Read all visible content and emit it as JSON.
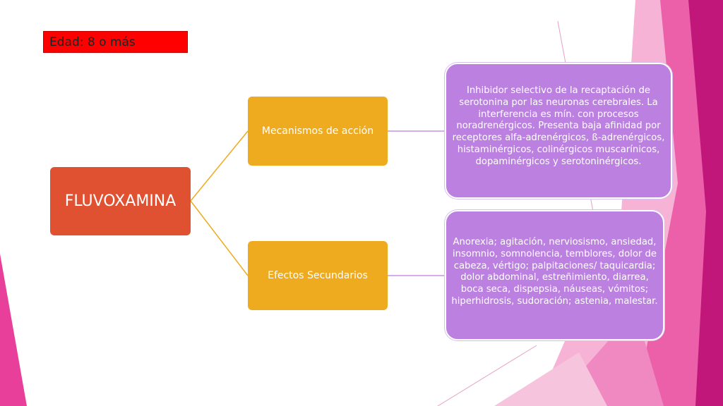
{
  "colors": {
    "age_bg": "#ff0000",
    "root_bg": "#e05131",
    "mid_bg": "#eeab1f",
    "leaf_bg": "#bb80e0",
    "connector_root": "#eeab1f",
    "connector_leaf": "#c990e6",
    "deco_pink": "#e8409a",
    "deco_magenta": "#c2177a",
    "deco_light_pink": "#f4a6cf"
  },
  "age_label": "Edad: 8 o más",
  "diagram": {
    "root": "FLUVOXAMINA",
    "branches": [
      {
        "label": "Mecanismos de acción",
        "detail": "Inhibidor selectivo de la recaptación de serotonina por las neuronas cerebrales. La interferencia es mín. con procesos noradrenérgicos. Presenta baja afinidad por receptores alfa-adrenérgicos, ß-adrenérgicos, histaminérgicos, colinérgicos muscarínicos, dopaminérgicos y serotoninérgicos."
      },
      {
        "label": "Efectos Secundarios",
        "detail": "Anorexia; agitación, nerviosismo, ansiedad, insomnio, somnolencia, temblores, dolor de cabeza, vértigo; palpitaciones/ taquicardia; dolor abdominal, estreñimiento, diarrea, boca seca, dispepsia, náuseas, vómitos; hiperhidrosis, sudoración; astenia, malestar."
      }
    ]
  }
}
